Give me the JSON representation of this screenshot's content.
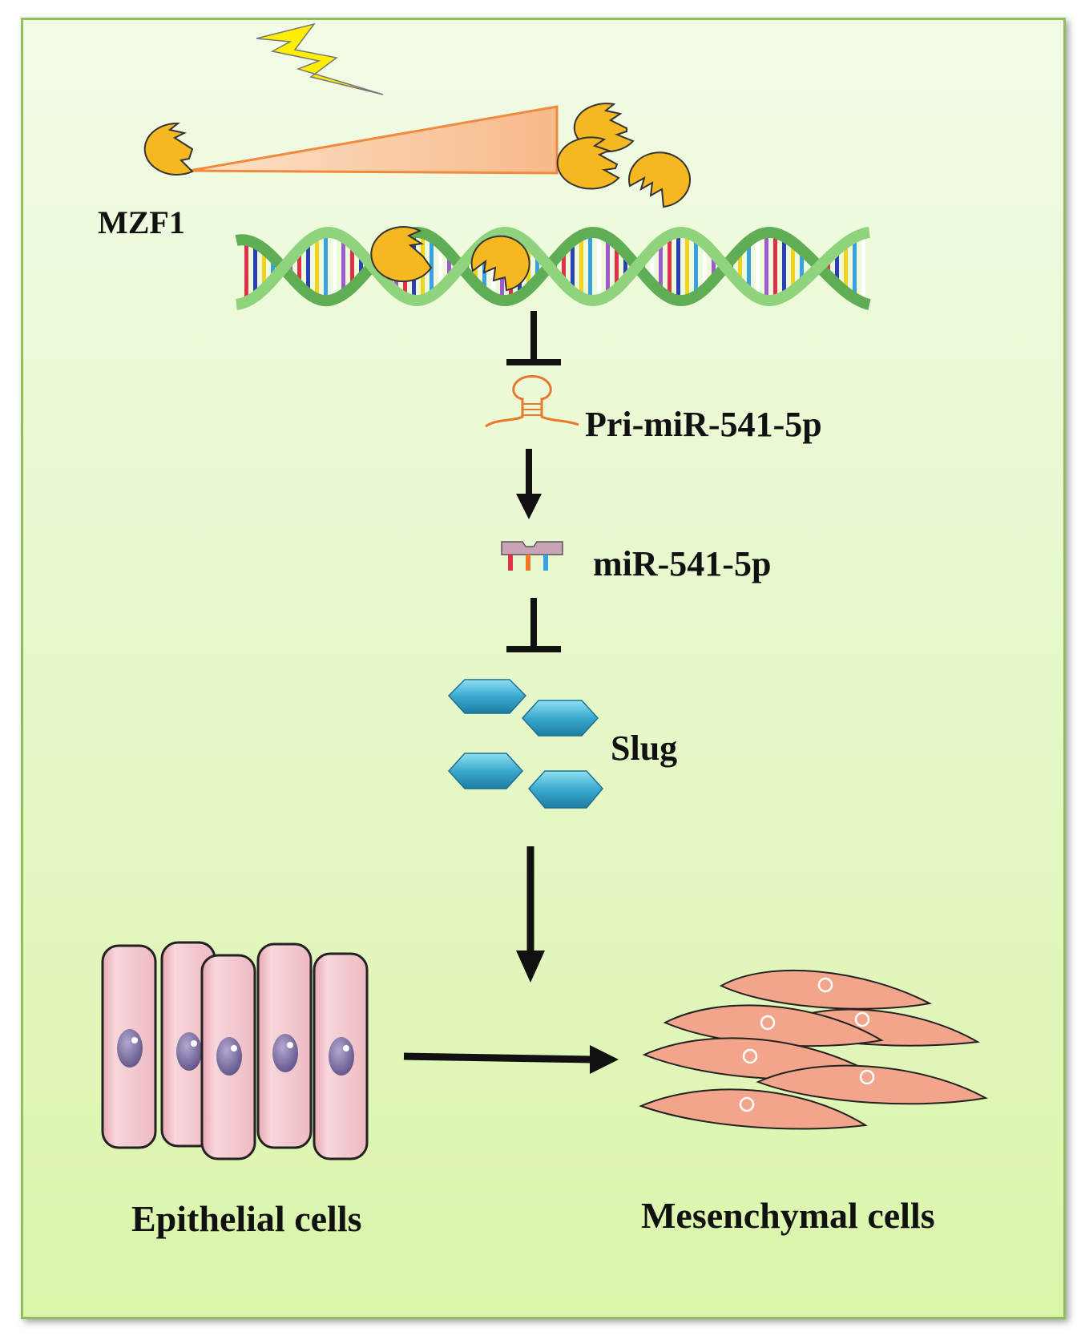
{
  "labels": {
    "mzf1": "MZF1",
    "pri_mirna": "Pri-miR-541-5p",
    "mature_mirna": "miR-541-5p",
    "slug": "Slug",
    "epithelial": "Epithelial cells",
    "mesenchymal": "Mesenchymal cells"
  },
  "colors": {
    "background": "#e6f8c8",
    "border": "#8fbf5a",
    "mzf1_protein": "#f5b820",
    "dna_strand": "#7cc46a",
    "pri_mirna": "#e8782a",
    "mature_mirna": "#c9a3b6",
    "slug": "#3aa9cf",
    "epithelial": "#f3c6cc",
    "mesenchymal": "#f3a58b",
    "nucleus": "#7e70a3"
  },
  "edges": [
    {
      "from": "MZF1-bound DNA",
      "to": "Pri-miR-541-5p",
      "type": "inhibition"
    },
    {
      "from": "Pri-miR-541-5p",
      "to": "miR-541-5p",
      "type": "activation"
    },
    {
      "from": "miR-541-5p",
      "to": "Slug",
      "type": "inhibition"
    },
    {
      "from": "Slug",
      "to": "Mesenchymal cells",
      "type": "activation"
    },
    {
      "from": "Epithelial cells",
      "to": "Mesenchymal cells",
      "type": "transition"
    }
  ]
}
